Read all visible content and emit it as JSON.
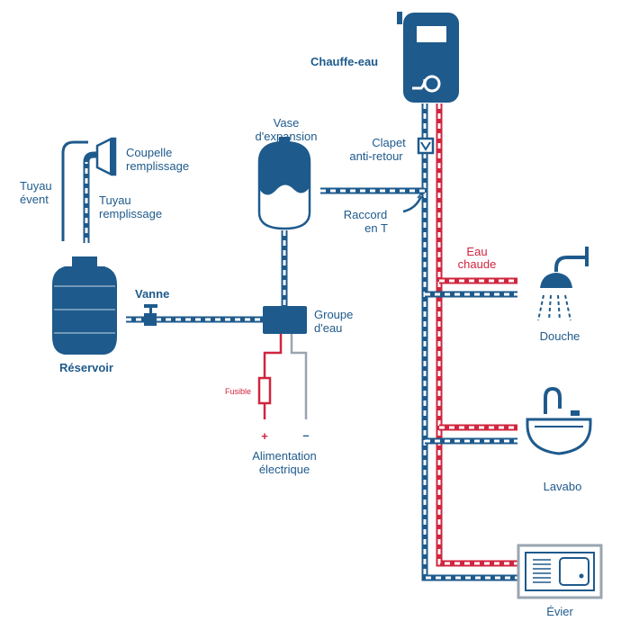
{
  "labels": {
    "water_heater": "Chauffe-eau",
    "expansion_vessel_1": "Vase",
    "expansion_vessel_2": "d'expansion",
    "check_valve_1": "Clapet",
    "check_valve_2": "anti-retour",
    "tee_fitting_1": "Raccord",
    "tee_fitting_2": "en T",
    "fill_cup_1": "Coupelle",
    "fill_cup_2": "remplissage",
    "vent_pipe_1": "Tuyau",
    "vent_pipe_2": "évent",
    "fill_pipe_1": "Tuyau",
    "fill_pipe_2": "remplissage",
    "valve": "Vanne",
    "reservoir": "Réservoir",
    "pump_1": "Groupe",
    "pump_2": "d'eau",
    "hot_water_1": "Eau",
    "hot_water_2": "chaude",
    "fuse": "Fusible",
    "power_1": "Alimentation",
    "power_2": "électrique",
    "plus": "+",
    "minus": "–",
    "shower": "Douche",
    "washbasin": "Lavabo",
    "sink": "Évier"
  },
  "colors": {
    "cold": "#1e5a8c",
    "hot": "#d0253f",
    "neutral": "#9aa5b0"
  }
}
